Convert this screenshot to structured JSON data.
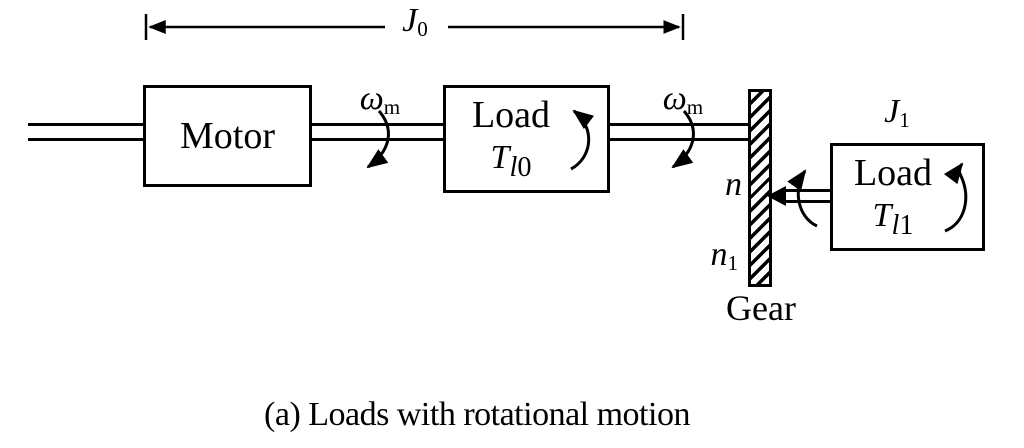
{
  "colors": {
    "ink": "#000000",
    "paper": "#ffffff"
  },
  "dimension": {
    "base": "J",
    "sub": "0"
  },
  "motor": {
    "label": "Motor"
  },
  "speed": {
    "base": "ω",
    "sub": "m"
  },
  "load0": {
    "title": "Load",
    "torque_base": "T",
    "torque_sub_italic": "l",
    "torque_sub_digit": "0"
  },
  "load1": {
    "inertia_base": "J",
    "inertia_sub": "1",
    "title": "Load",
    "torque_base": "T",
    "torque_sub_italic": "l",
    "torque_sub_digit": "1"
  },
  "gear": {
    "input_teeth": "n",
    "output_teeth_base": "n",
    "output_teeth_sub": "1",
    "label": "Gear"
  },
  "caption": "(a) Loads with rotational motion"
}
